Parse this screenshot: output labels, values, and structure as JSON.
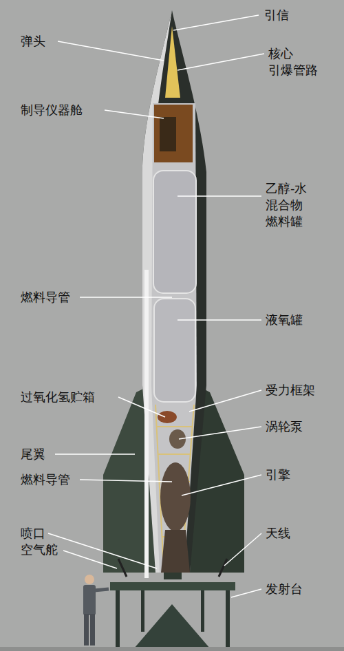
{
  "diagram": {
    "labels": [
      "引信",
      "弹头",
      "核心 引爆管路",
      "制导仪器舱",
      "乙醇-水 混合物 燃料罐",
      "燃料导管",
      "液氧罐",
      "过氧化氢贮箱",
      "受力框架",
      "涡轮泵",
      "尾翼",
      "引擎",
      "燃料导管",
      "喷口 空气舵",
      "天线",
      "发射台"
    ]
  }
}
